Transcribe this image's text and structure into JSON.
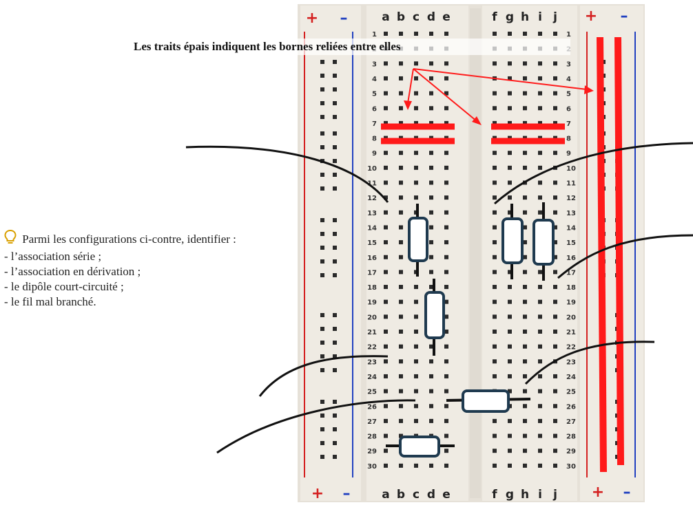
{
  "rails": {
    "plus": "+",
    "minus": "–"
  },
  "columns": {
    "left": [
      "a",
      "b",
      "c",
      "d",
      "e"
    ],
    "right": [
      "f",
      "g",
      "h",
      "i",
      "j"
    ]
  },
  "row_numbers": [
    "1",
    "2",
    "3",
    "4",
    "5",
    "6",
    "7",
    "8",
    "9",
    "10",
    "11",
    "12",
    "13",
    "14",
    "15",
    "16",
    "17",
    "18",
    "19",
    "20",
    "21",
    "22",
    "23",
    "24",
    "25",
    "26",
    "27",
    "28",
    "29",
    "30"
  ],
  "annotation": "Les traits épais indiquent les bornes reliées entre elles",
  "instructions": {
    "intro": "Parmi les configurations ci-contre, identifier :",
    "items": [
      "- l’association série ;",
      "- l’association en dérivation ;",
      "- le dipôle court-circuité ;",
      "- le fil mal branché."
    ]
  },
  "colors": {
    "board": "#efebe3",
    "highlight": "#ff1a1a",
    "rail_red": "#d42020",
    "rail_blue": "#2040c0",
    "resistor_border": "#1f3a4f",
    "hint_icon": "#d9a000"
  },
  "icon": "lightbulb-icon"
}
